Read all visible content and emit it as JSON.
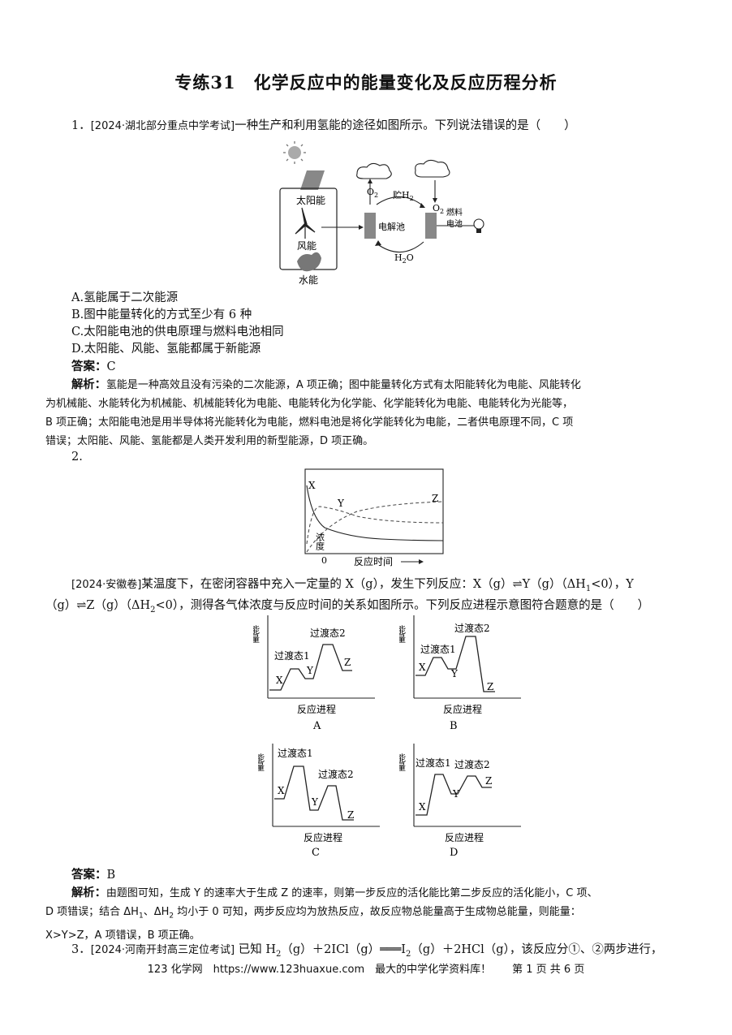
{
  "title": "专练31　化学反应中的能量变化及反应历程分析",
  "q1": {
    "num": "1．",
    "source": "[2024·湖北部分重点中学考试]",
    "stem": "一种生产和利用氢能的途径如图所示。下列说法错误的是（　　）",
    "figure": {
      "solar": "太阳能",
      "wind": "风能",
      "water": "水能",
      "o2_left": "O",
      "o2_left_sub": "2",
      "store_h2": "贮H",
      "store_h2_sub": "2",
      "o2_right": "O",
      "o2_right_sub": "2",
      "electrolysis": "电解池",
      "fuel_cell_1": "燃料",
      "fuel_cell_2": "电池",
      "h2o": "H",
      "h2o_sub": "2",
      "h2o_o": "O"
    },
    "options": [
      "A.氢能属于二次能源",
      "B.图中能量转化的方式至少有 6 种",
      "C.太阳能电池的供电原理与燃料电池相同",
      "D.太阳能、风能、氢能都属于新能源"
    ],
    "answer_label": "答案：",
    "answer": "C",
    "expl_label": "解析：",
    "explanation": [
      "氢能是一种高效且没有污染的二次能源，A 项正确；图中能量转化方式有太阳能转化为电能、风能转化",
      "为机械能、水能转化为机械能、机械能转化为电能、电能转化为化学能、化学能转化为电能、电能转化为光能等，",
      "B 项正确；太阳能电池是用半导体将光能转化为电能，燃料电池是将化学能转化为电能，二者供电原理不同，C 项",
      "错误；太阳能、风能、氢能都是人类开发利用的新型能源，D 项正确。"
    ]
  },
  "q2": {
    "num": "2.",
    "chart": {
      "x_label": "反应时间",
      "y_label": "浓度",
      "origin": "0",
      "series": [
        "X",
        "Y",
        "Z"
      ]
    },
    "source": "[2024·安徽卷]",
    "stem_line1": "某温度下，在密闭容器中充入一定量的 X（g），发生下列反应：X（g）⇌Y（g）（ΔH",
    "stem_line1_sub": "1",
    "stem_line1_end": "<0），Y",
    "stem_line2_a": "（g）⇌Z（g）（ΔH",
    "stem_line2_sub": "2",
    "stem_line2_b": "<0），测得各气体浓度与反应时间的关系如图所示。下列反应进程示意图符合题意的是（　　）",
    "diagram_common": {
      "y_label": "能量",
      "x_label": "反应进程",
      "ts1": "过渡态1",
      "ts2": "过渡态2",
      "x": "X",
      "y": "Y",
      "z": "Z"
    },
    "diagrams": [
      "A",
      "B",
      "C",
      "D"
    ],
    "answer_label": "答案：",
    "answer": "B",
    "expl_label": "解析：",
    "explanation_l1": "由题图可知，生成 Y 的速率大于生成 Z 的速率，则第一步反应的活化能比第二步反应的活化能小，C 项、",
    "explanation_l2_a": "D 项错误；结合 ΔH",
    "explanation_l2_sub1": "1",
    "explanation_l2_b": "、ΔH",
    "explanation_l2_sub2": "2",
    "explanation_l2_c": " 均小于 0 可知，两步反应均为放热反应，故反应物总能量高于生成物总能量，则能量：",
    "explanation_l3": "X>Y>Z，A 项错误，B 项正确。"
  },
  "q3": {
    "num": "3．",
    "source": "[2024·河南开封高三定位考试]",
    "stem_a": " 已知 H",
    "sub1": "2",
    "stem_b": "（g）＋2ICl（g）═══I",
    "sub2": "2",
    "stem_c": "（g）＋2HCl（g），该反应分①、②两步进行，"
  },
  "footer": "123 化学网　https://www.123huaxue.com　最大的中学化学资料库！　　第 1 页 共 6 页"
}
